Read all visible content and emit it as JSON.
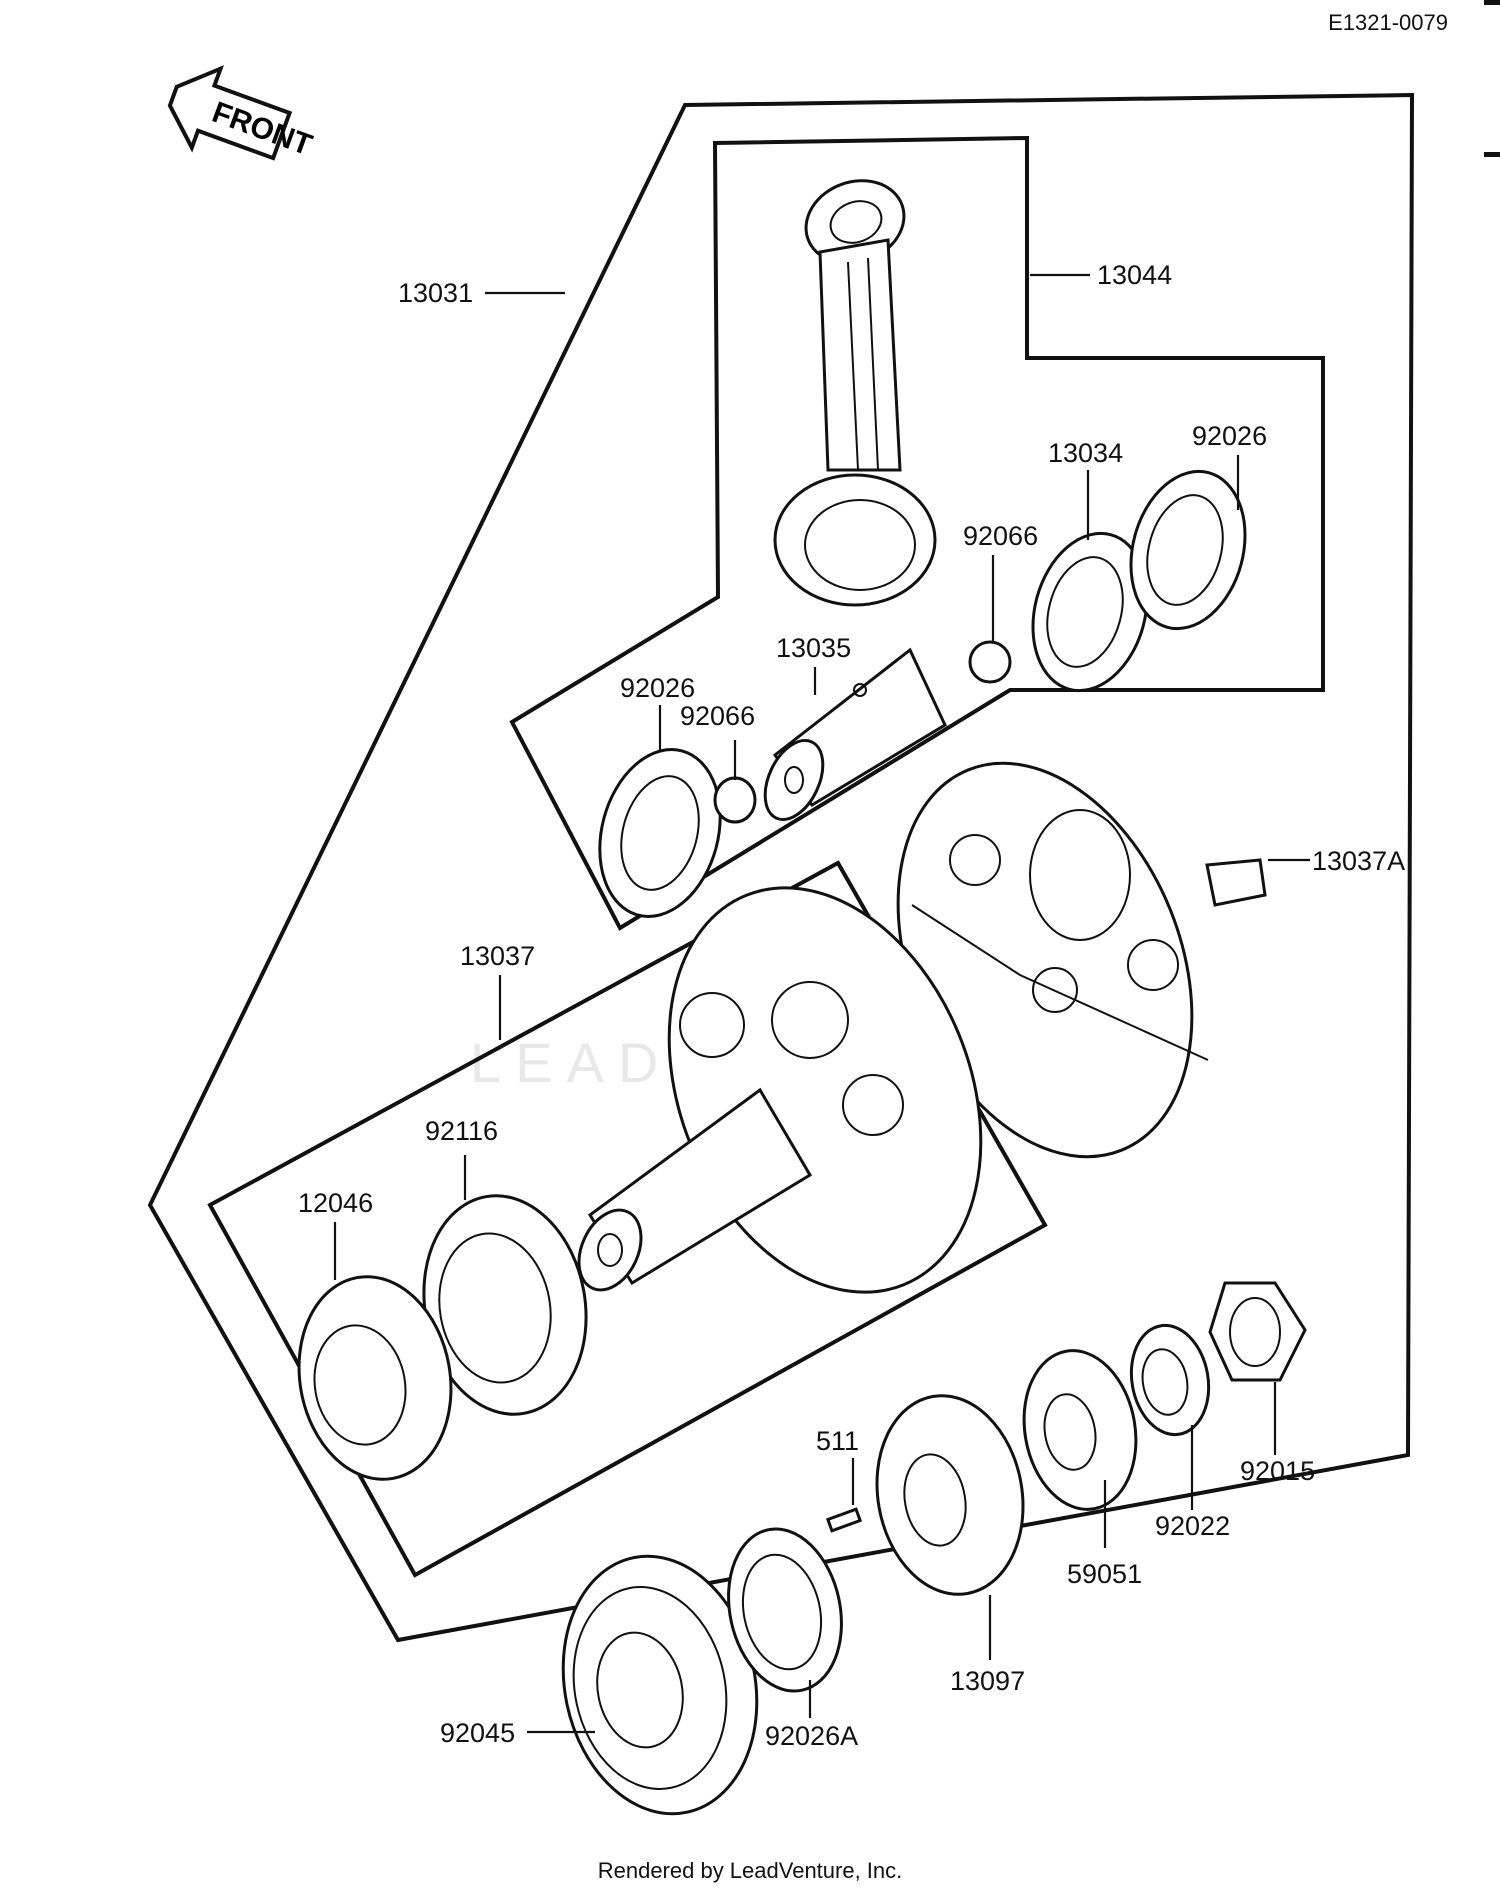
{
  "diagram_code": "E1321-0079",
  "front_label": "FRONT",
  "watermark": "LEADVENTURE",
  "footer": "Rendered by LeadVenture, Inc.",
  "parts": {
    "p13031": "13031",
    "p13044": "13044",
    "p13034": "13034",
    "p92026_top": "92026",
    "p92066_top": "92066",
    "p13035": "13035",
    "p92026_mid": "92026",
    "p92066_mid": "92066",
    "p13037A": "13037A",
    "p13037": "13037",
    "p92116": "92116",
    "p12046": "12046",
    "p511": "511",
    "p92015": "92015",
    "p92022": "92022",
    "p59051": "59051",
    "p13097": "13097",
    "p92045": "92045",
    "p92026A": "92026A"
  }
}
